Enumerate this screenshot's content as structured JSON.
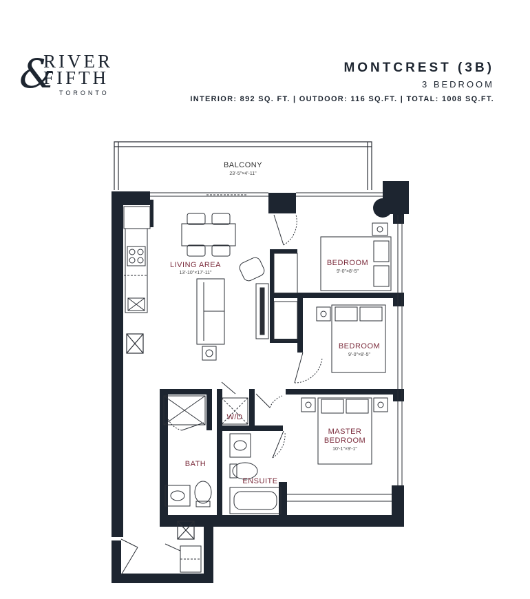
{
  "brand": {
    "logo_ampersand": "&",
    "logo_line1": "RIVER",
    "logo_line2": "FIFTH",
    "logo_line3": "TORONTO"
  },
  "unit": {
    "name": "MONTCREST (3B)",
    "bedrooms": "3 BEDROOM",
    "areas": "INTERIOR: 892 SQ. FT.  |  OUTDOOR: 116 SQ.FT.  |  TOTAL: 1008 SQ.FT."
  },
  "rooms": {
    "balcony": {
      "name": "BALCONY",
      "dim": "23'-5\"×4'-11\""
    },
    "living": {
      "name": "LIVING AREA",
      "dim": "13'-10\"×17'-11\""
    },
    "bedroom1": {
      "name": "BEDROOM",
      "dim": "9'-0\"×8'-5\""
    },
    "bedroom2": {
      "name": "BEDROOM",
      "dim": "9'-0\"×8'-5\""
    },
    "master": {
      "name_line1": "MASTER",
      "name_line2": "BEDROOM",
      "dim": "10'-1\"×9'-1\""
    },
    "bath": {
      "name": "BATH"
    },
    "ensuite": {
      "name": "ENSUITE"
    },
    "wd": {
      "name": "W/D"
    }
  },
  "colors": {
    "wall": "#1d2530",
    "line": "#2b2f36",
    "room_label": "#7a2a3a"
  }
}
